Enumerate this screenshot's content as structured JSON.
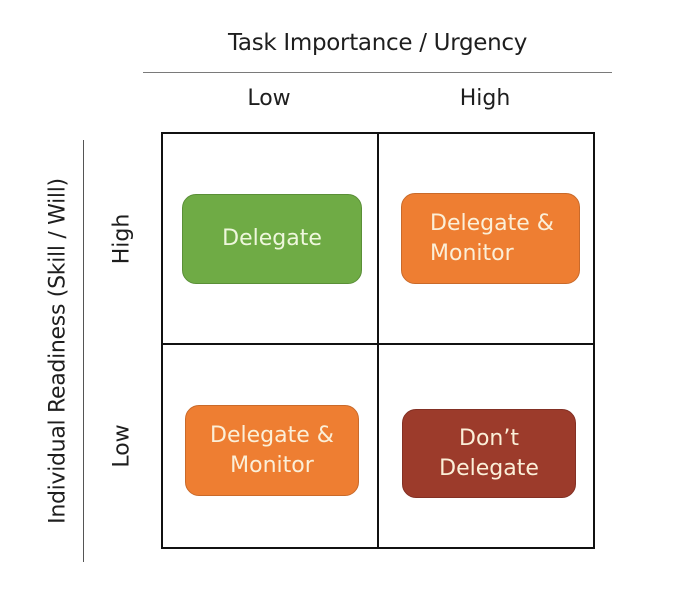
{
  "x_axis": {
    "title": "Task Importance / Urgency",
    "labels": [
      "Low",
      "High"
    ]
  },
  "y_axis": {
    "title": "Individual Readiness (Skill / Will)",
    "labels": [
      "High",
      "Low"
    ]
  },
  "colors": {
    "delegate": "#6fab45",
    "delegate_border": "#5a8f37",
    "delegate_monitor": "#ee7e32",
    "delegate_monitor_border": "#c96a2a",
    "dont_delegate": "#9c3b2b",
    "dont_delegate_border": "#833024",
    "text_light": "#fbefd8",
    "text_light_green": "#eef7dc"
  },
  "quadrants": [
    {
      "position": "high-readiness-low-importance",
      "lines": [
        "Delegate"
      ]
    },
    {
      "position": "high-readiness-high-importance",
      "lines": [
        "Delegate &",
        "Monitor"
      ]
    },
    {
      "position": "low-readiness-low-importance",
      "lines": [
        "Delegate &",
        "Monitor"
      ]
    },
    {
      "position": "low-readiness-high-importance",
      "lines": [
        "Don’t",
        "Delegate"
      ]
    }
  ]
}
